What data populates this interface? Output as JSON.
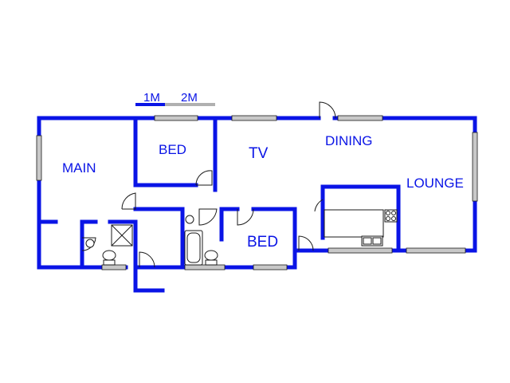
{
  "scale": {
    "label_1m": "1M",
    "label_2m": "2M"
  },
  "rooms": {
    "main": "MAIN",
    "bed1": "BED",
    "tv": "TV",
    "dining": "DINING",
    "lounge": "LOUNGE",
    "bed2": "BED"
  },
  "colors": {
    "walls": "#0a14e6",
    "text": "#0a14e6",
    "windows": "#c8c8c8"
  }
}
